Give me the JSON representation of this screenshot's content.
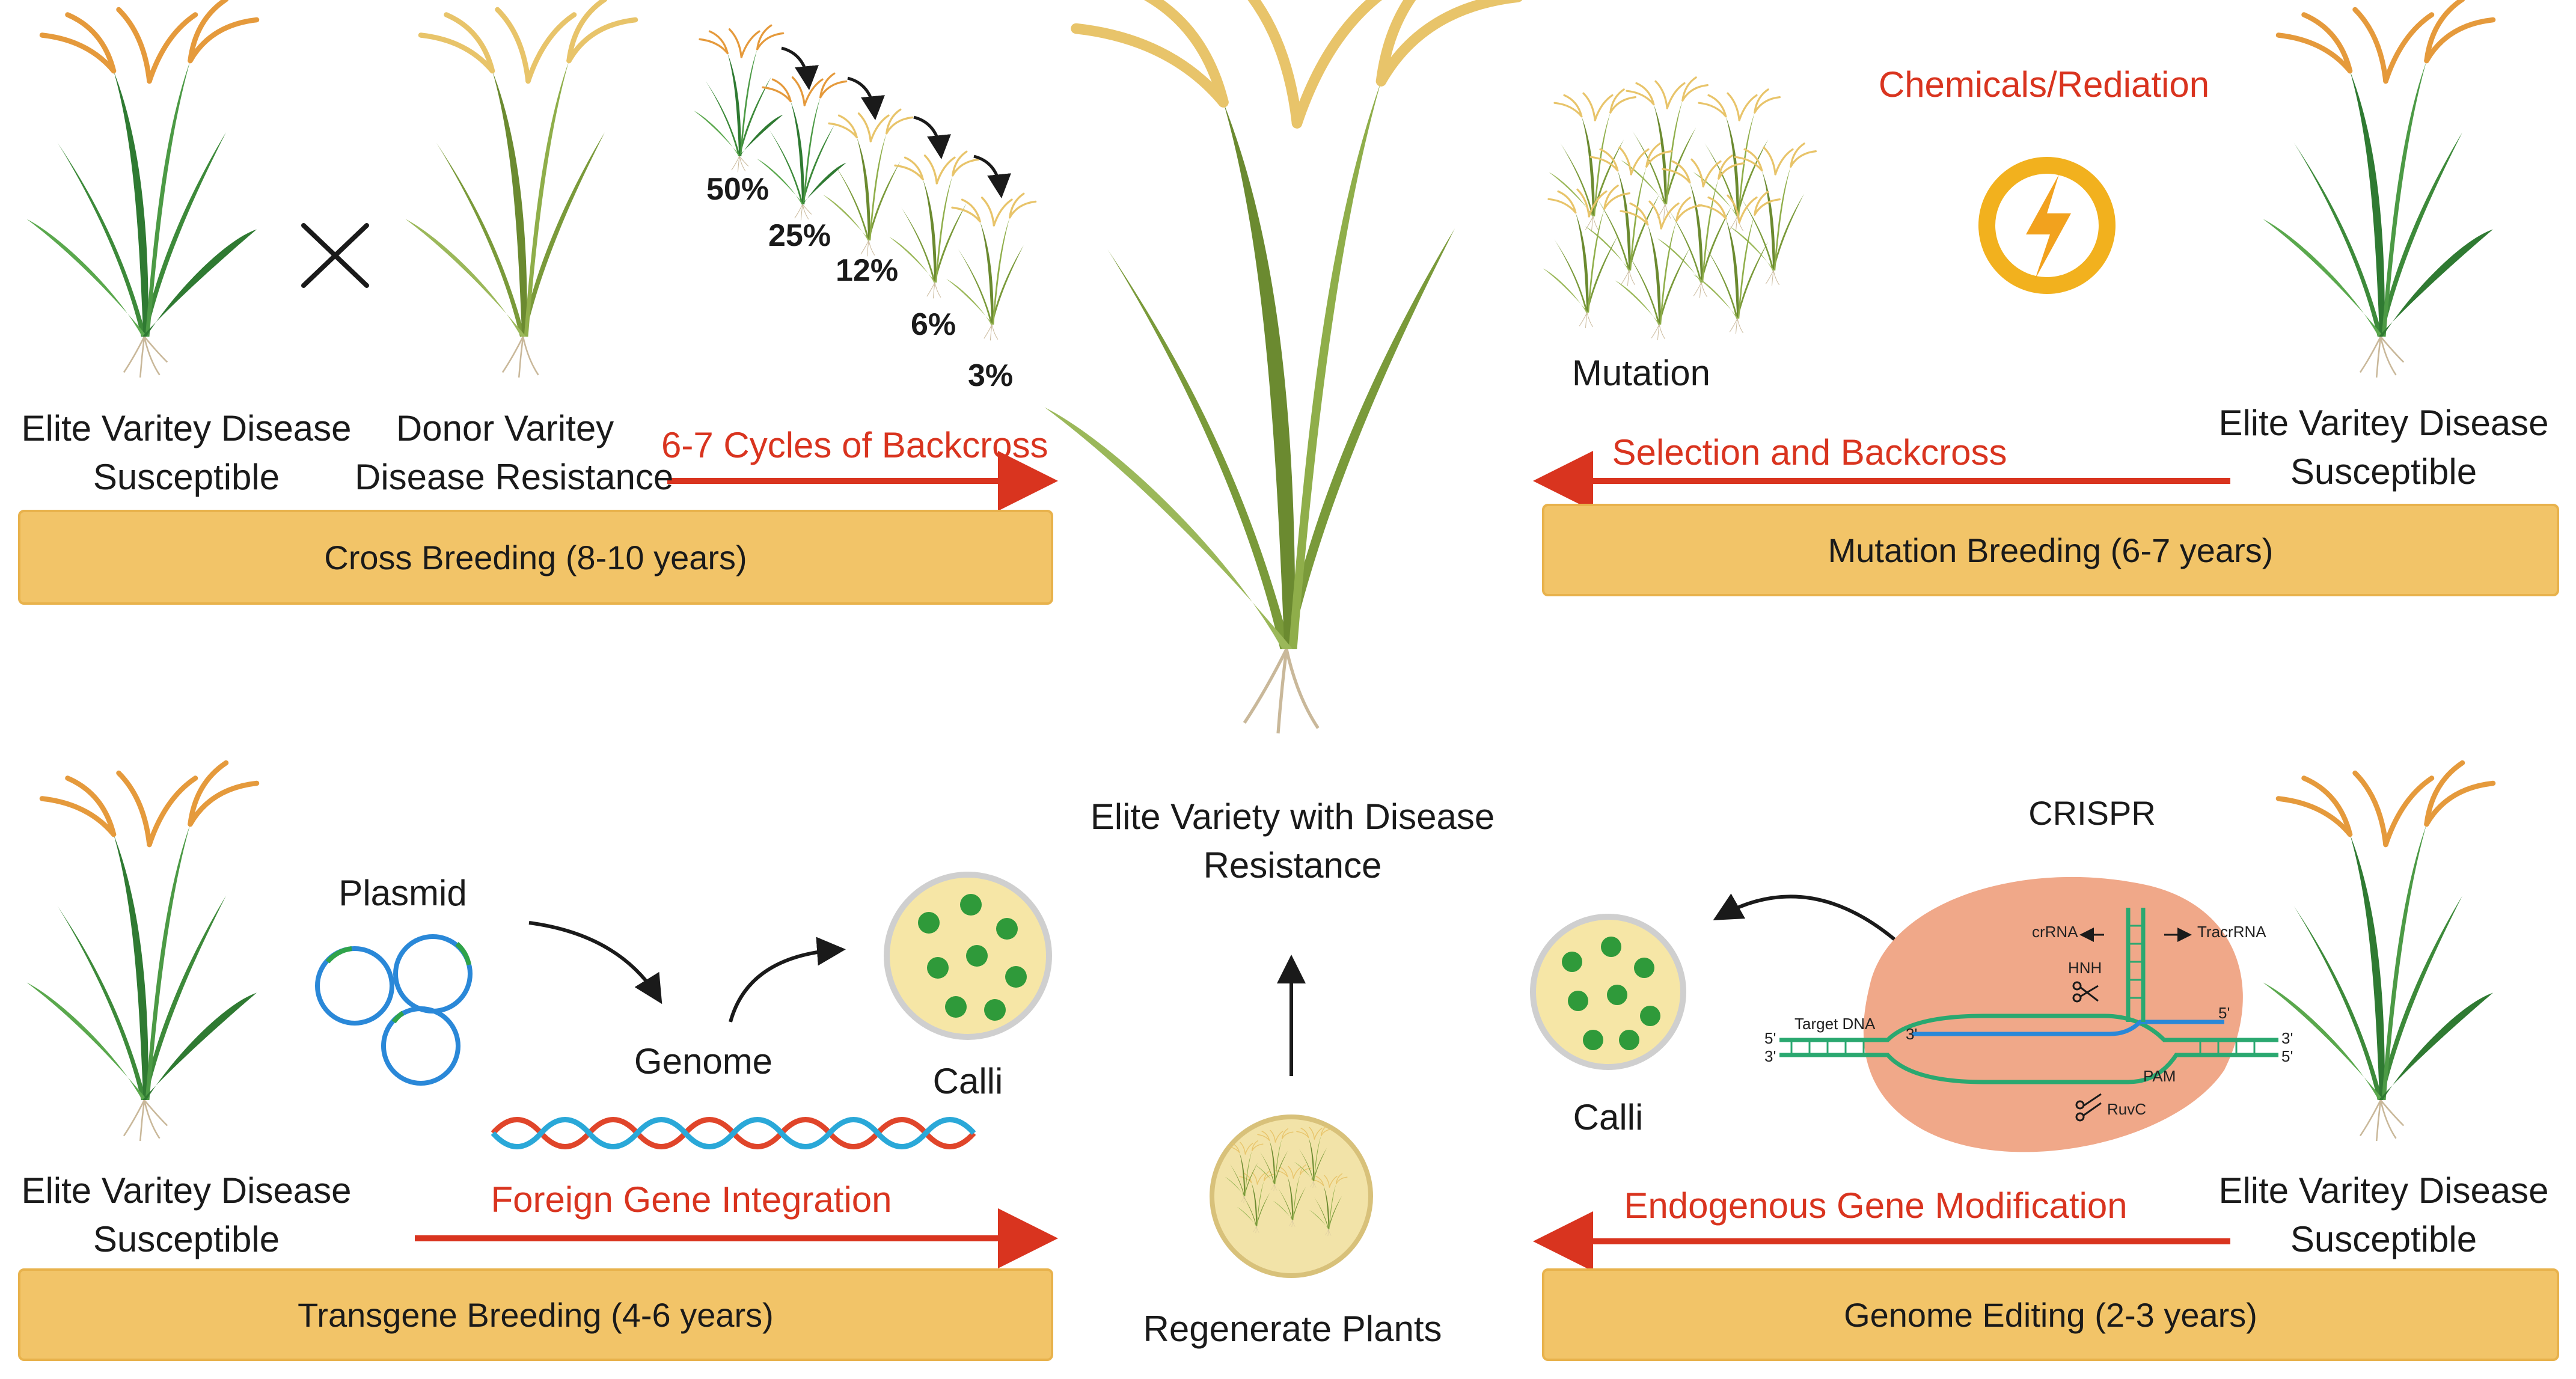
{
  "cross": {
    "elite_line1": "Elite Varitey Disease",
    "elite_line2": "Susceptible",
    "donor_line1": "Donor Varitey",
    "donor_line2": "Disease Resistance",
    "backcross": "6-7 Cycles of Backcross",
    "percents": [
      "50%",
      "25%",
      "12%",
      "6%",
      "3%"
    ],
    "bar": "Cross Breeding (8-10 years)"
  },
  "mutation": {
    "chemicals": "Chemicals/Rediation",
    "mutation": "Mutation",
    "selection": "Selection and Backcross",
    "elite_line1": "Elite Varitey Disease",
    "elite_line2": "Susceptible",
    "bar": "Mutation Breeding (6-7 years)"
  },
  "center": {
    "result_line1": "Elite Variety with Disease",
    "result_line2": "Resistance",
    "regenerate": "Regenerate Plants"
  },
  "transgene": {
    "elite_line1": "Elite Varitey Disease",
    "elite_line2": "Susceptible",
    "plasmid": "Plasmid",
    "genome": "Genome",
    "calli": "Calli",
    "integration": "Foreign Gene Integration",
    "bar": "Transgene Breeding (4-6 years)"
  },
  "editing": {
    "crispr": "CRISPR",
    "crrna": "crRNA",
    "tracrrna": "TracrRNA",
    "hnh": "HNH",
    "target_dna": "Target DNA",
    "pam": "PAM",
    "ruvc": "RuvC",
    "five_prime": "5'",
    "three_prime": "3'",
    "calli": "Calli",
    "modification": "Endogenous Gene Modification",
    "elite_line1": "Elite Varitey Disease",
    "elite_line2": "Susceptible",
    "bar": "Genome Editing (2-3 years)"
  },
  "symbols": {
    "cross": "multiply-sign-icon",
    "lightning": "lightning-icon"
  },
  "colors": {
    "bar_fill": "#f2c468",
    "arrow_red": "#d9341f",
    "leaf_green": "#3d8a3a",
    "panicle_orange": "#e59a3c",
    "panicle_straw": "#e8c46a",
    "crispr_blob": "#f0a889",
    "calli_dot": "#2f9a3a"
  }
}
